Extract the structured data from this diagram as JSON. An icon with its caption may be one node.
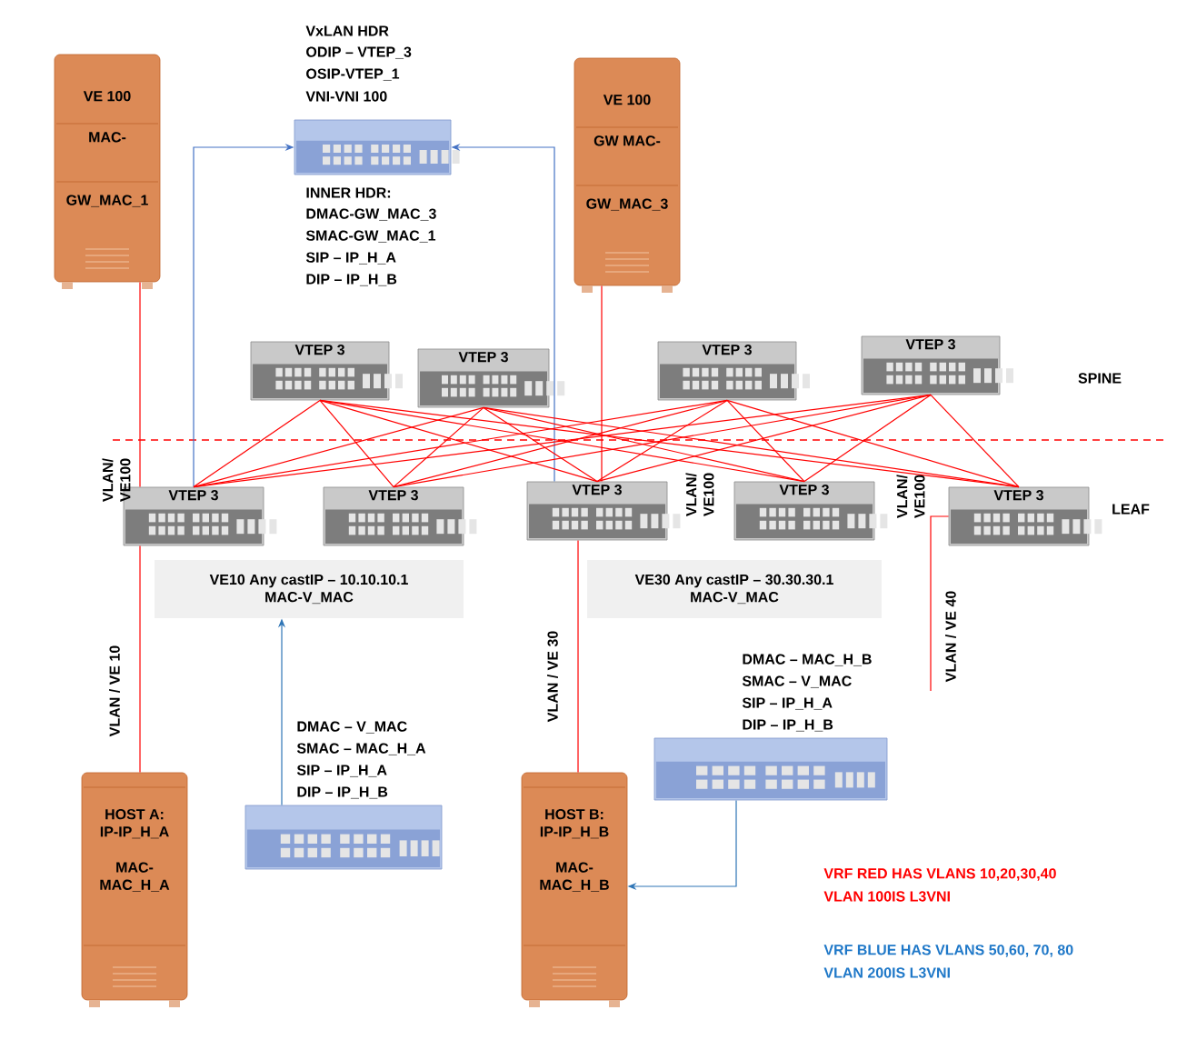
{
  "diagram": {
    "nodes": [
      {
        "text": [
          "VE 100",
          "MAC-",
          "GW_MAC_1"
        ]
      },
      {
        "text": [
          "VE 100",
          "GW MAC-",
          "GW_MAC_3"
        ]
      },
      {
        "text": [],
        "shape": "picture",
        "beside": [
          "VxLAN HDR",
          "ODIP – VTEP_3",
          "OSIP-VTEP_1",
          "VNI-VNI 100",
          "INNER HDR:",
          "DMAC-GW_MAC_3",
          "SMAC-GW_MAC_1",
          "SIP – IP_H_A",
          "DIP – IP_H_B"
        ]
      },
      {
        "text": [
          "VTEP 3"
        ]
      },
      {
        "text": [
          "VTEP 3"
        ]
      },
      {
        "text": [
          "VTEP 3"
        ]
      },
      {
        "text": [
          "VTEP 3"
        ]
      },
      {
        "text": [
          "VTEP 3"
        ]
      },
      {
        "text": [
          "VTEP 3"
        ]
      },
      {
        "text": [
          "VTEP 3"
        ]
      },
      {
        "text": [
          "VTEP 3"
        ]
      },
      {
        "text": [
          "VTEP 3"
        ]
      },
      {
        "text": [
          "VE10 Any castIP – 10.10.10.1",
          "MAC-V_MAC"
        ]
      },
      {
        "text": [
          "VE30 Any castIP – 30.30.30.1",
          "MAC-V_MAC"
        ]
      },
      {
        "text": [],
        "shape": "picture",
        "beside": [
          "DMAC – V_MAC",
          "SMAC – MAC_H_A",
          "SIP – IP_H_A",
          "DIP – IP_H_B"
        ]
      },
      {
        "text": [],
        "shape": "picture",
        "beside": [
          "DMAC – MAC_H_B",
          "SMAC – V_MAC",
          "SIP – IP_H_A",
          "DIP – IP_H_B"
        ]
      },
      {
        "text": [
          "HOST A: IP-IP_H_A",
          "MAC- MAC_H_A"
        ]
      },
      {
        "text": [
          "HOST B: IP-IP_H_B",
          "MAC- MAC_H_B"
        ]
      }
    ],
    "edges": [
      {
        "from": 0,
        "to": 7,
        "arrow": "none"
      },
      {
        "from": 7,
        "to": 16,
        "arrow": "none",
        "label": "VLAN / VE 10"
      },
      {
        "from": 1,
        "to": 9,
        "arrow": "none"
      },
      {
        "from": 9,
        "to": 17,
        "arrow": "none",
        "label": "VLAN / VE 30"
      },
      {
        "from": 11,
        "to": null,
        "arrow": "none",
        "label": "VLAN / VE 40"
      },
      {
        "from": 7,
        "to": 2,
        "arrow": "to",
        "color": "#4472c4"
      },
      {
        "from": 9,
        "to": 2,
        "arrow": "to",
        "color": "#4472c4"
      },
      {
        "from": 14,
        "to": 12,
        "arrow": "to",
        "color": "#2e75b6"
      },
      {
        "from": 15,
        "to": 17,
        "arrow": "to",
        "color": "#2e75b6"
      },
      {
        "from": 3,
        "to": 7,
        "arrow": "none"
      },
      {
        "from": 3,
        "to": 8,
        "arrow": "none"
      },
      {
        "from": 3,
        "to": 9,
        "arrow": "none"
      },
      {
        "from": 3,
        "to": 10,
        "arrow": "none"
      },
      {
        "from": 3,
        "to": 11,
        "arrow": "none"
      },
      {
        "from": 4,
        "to": 7,
        "arrow": "none"
      },
      {
        "from": 4,
        "to": 8,
        "arrow": "none"
      },
      {
        "from": 4,
        "to": 9,
        "arrow": "none"
      },
      {
        "from": 4,
        "to": 10,
        "arrow": "none"
      },
      {
        "from": 4,
        "to": 11,
        "arrow": "none"
      },
      {
        "from": 5,
        "to": 7,
        "arrow": "none"
      },
      {
        "from": 5,
        "to": 8,
        "arrow": "none"
      },
      {
        "from": 5,
        "to": 9,
        "arrow": "none"
      },
      {
        "from": 5,
        "to": 10,
        "arrow": "none"
      },
      {
        "from": 5,
        "to": 11,
        "arrow": "none"
      },
      {
        "from": 6,
        "to": 7,
        "arrow": "none"
      },
      {
        "from": 6,
        "to": 8,
        "arrow": "none"
      },
      {
        "from": 6,
        "to": 9,
        "arrow": "none"
      },
      {
        "from": 6,
        "to": 10,
        "arrow": "none"
      },
      {
        "from": 6,
        "to": 11,
        "arrow": "none"
      }
    ],
    "labels": [
      "VLAN/ VE100",
      "VLAN/ VE100",
      "VLAN/ VE100",
      "SPINE",
      "LEAF",
      "VRF RED HAS VLANS 10,20,30,40",
      "VLAN 100IS L3VNI",
      "VRF BLUE HAS VLANS 50,60, 70, 80",
      "VLAN 200IS L3VNI"
    ]
  }
}
